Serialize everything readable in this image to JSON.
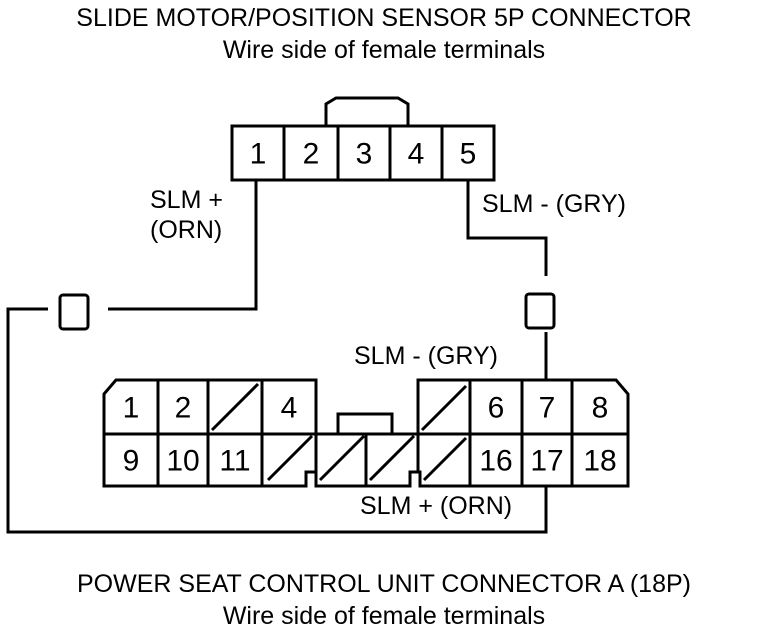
{
  "top_connector": {
    "title": "SLIDE MOTOR/POSITION SENSOR 5P CONNECTOR",
    "subtitle": "Wire side of female terminals",
    "pins": [
      "1",
      "2",
      "3",
      "4",
      "5"
    ]
  },
  "bottom_connector": {
    "title": "POWER SEAT CONTROL UNIT CONNECTOR A (18P)",
    "subtitle": "Wire side of female terminals",
    "row1": [
      "1",
      "2",
      "",
      "4",
      "6",
      "7",
      "8"
    ],
    "row2": [
      "9",
      "10",
      "11",
      "16",
      "17",
      "18"
    ]
  },
  "wires": {
    "slm_plus_top_1": "SLM +",
    "slm_plus_top_2": "(ORN)",
    "slm_minus_top": "SLM -  (GRY)",
    "slm_minus_bottom": "SLM -  (GRY)",
    "slm_plus_bottom": "SLM +  (ORN)"
  }
}
